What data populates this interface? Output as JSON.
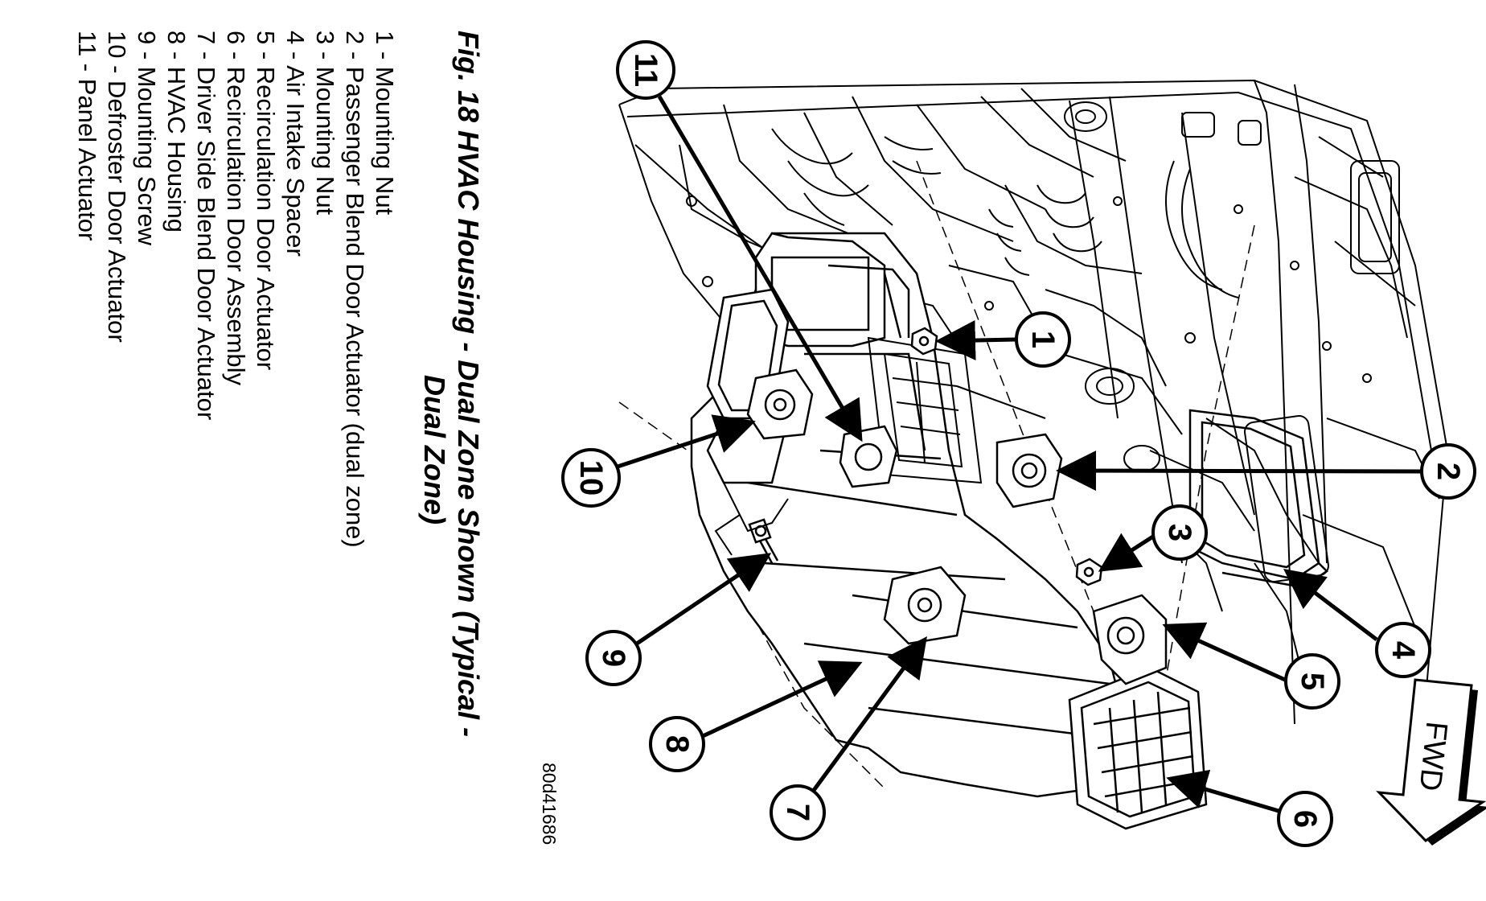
{
  "figure": {
    "title_line1": "Fig. 18 HVAC Housing - Dual Zone Shown (Typical -",
    "title_line2": "Dual Zone)",
    "ref_code": "80d41686"
  },
  "legend": [
    {
      "number": "1",
      "label": "Mounting Nut",
      "text": "1 - Mounting Nut"
    },
    {
      "number": "2",
      "label": "Passenger Blend Door Actuator (dual zone)",
      "text": "2 - Passenger Blend Door Actuator (dual zone)"
    },
    {
      "number": "3",
      "label": "Mounting Nut",
      "text": "3 - Mounting Nut"
    },
    {
      "number": "4",
      "label": "Air Intake Spacer",
      "text": "4 - Air Intake Spacer"
    },
    {
      "number": "5",
      "label": "Recirculation Door Actuator",
      "text": "5 - Recirculation Door Actuator"
    },
    {
      "number": "6",
      "label": "Recirculation Door Assembly",
      "text": "6 - Recirculation Door Assembly"
    },
    {
      "number": "7",
      "label": "Driver Side Blend Door Actuator",
      "text": "7 - Driver Side Blend Door Actuator"
    },
    {
      "number": "8",
      "label": "HVAC Housing",
      "text": "8 - HVAC Housing"
    },
    {
      "number": "9",
      "label": "Mounting Screw",
      "text": "9 - Mounting Screw"
    },
    {
      "number": "10",
      "label": "Defroster Door Actuator",
      "text": "10 - Defroster Door Actuator"
    },
    {
      "number": "11",
      "label": "Panel Actuator",
      "text": "11 - Panel Actuator"
    }
  ],
  "fwd_label": "FWD",
  "colors": {
    "ink": "#000000",
    "paper": "#ffffff"
  }
}
